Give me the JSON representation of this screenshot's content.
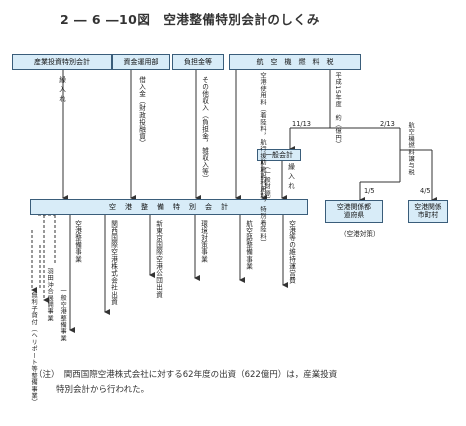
{
  "title": "2 ― 6 ―10図　空港整備特別会計のしくみ",
  "boxes": {
    "sangyo": "産業投資特別会計",
    "shikin": "資金運用部",
    "futan": "負担金等",
    "kokuki": "航　空　機　燃　料　税",
    "ippan": "一般会計",
    "tokubetsu": "空　港　整　備　特　別　会　計",
    "todofuken": "空港関係都道府県",
    "shichoson": "空港関係市町村"
  },
  "labels": {
    "sangyo_in": "繰入れ",
    "shikin_in": "借入金（財政投融資）",
    "futan_in": "その他収入（負担金，雑収入等）",
    "kuko_shiyo": "空港使用料（着陸料，航行援助施設利用料，特別着陸料）",
    "frac_11_13": "11/13",
    "frac_2_13": "2/13",
    "frac_4_5": "4/5",
    "frac_1_5": "1/5",
    "ippan_zaigen": "（一般財源）",
    "ippan_in": "繰入れ",
    "kokuki_kotsu": "航空機燃料譲与税",
    "kokuki_gaku": "平成15年度　約（億円）",
    "kuko_taisaku": "（空港対策）"
  },
  "outputs": [
    "空港整備事業",
    "関西国際空港株式会社出資",
    "新東京国際空港公団出資",
    "環境対策事業",
    "航空路整備事業",
    "空港等の維持運営費"
  ],
  "dashed_outputs": [
    "無利子貸付（ヘリポート等整備事業）",
    "羽田沖合展開事業",
    "一般空港整備事業"
  ],
  "note": {
    "line1": "（注）　関西国際空港株式会社に対する62年度の出資（622億円）は，産業投資",
    "line2": "特別会計から行われた。"
  },
  "colors": {
    "box_fill": "#d8ecf8",
    "border": "#3a5d7a",
    "line": "#333333"
  }
}
